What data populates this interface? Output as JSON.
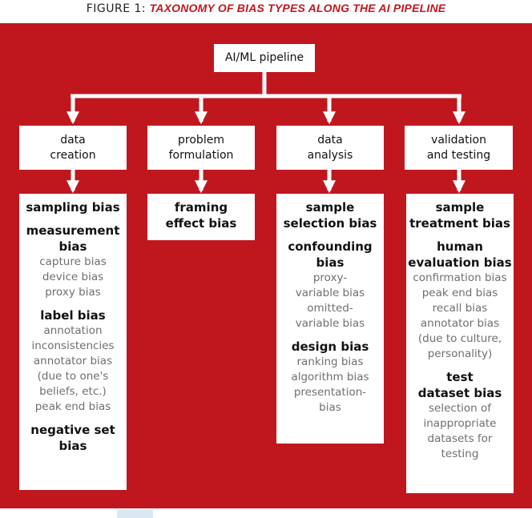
{
  "figure": {
    "label": "FIGURE 1:",
    "title": "TAXONOMY OF BIAS TYPES ALONG THE AI PIPELINE"
  },
  "colors": {
    "panel": "#c0171f",
    "box": "#ffffff",
    "heading_text": "#111111",
    "sub_text": "#6f6f6f"
  },
  "root": {
    "label": "AI/ML pipeline"
  },
  "stages": [
    {
      "header": [
        "data",
        "creation"
      ],
      "groups": [
        {
          "heading": [
            "sampling bias"
          ],
          "items": []
        },
        {
          "heading": [
            "measurement",
            "bias"
          ],
          "items": [
            "capture bias",
            "device bias",
            "proxy bias"
          ]
        },
        {
          "heading": [
            "label bias"
          ],
          "items": [
            "annotation",
            "inconsistencies",
            "annotator bias",
            "(due to one's",
            "beliefs, etc.)",
            "peak end bias"
          ]
        },
        {
          "heading": [
            "negative set",
            "bias"
          ],
          "items": []
        }
      ]
    },
    {
      "header": [
        "problem",
        "formulation"
      ],
      "groups": [
        {
          "heading": [
            "framing",
            "effect bias"
          ],
          "items": []
        }
      ]
    },
    {
      "header": [
        "data",
        "analysis"
      ],
      "groups": [
        {
          "heading": [
            "sample",
            "selection bias"
          ],
          "items": []
        },
        {
          "heading": [
            "confounding",
            "bias"
          ],
          "items": [
            "proxy-",
            "variable bias",
            "omitted-",
            "variable bias"
          ]
        },
        {
          "heading": [
            "design bias"
          ],
          "items": [
            "ranking bias",
            "algorithm bias",
            "presentation-",
            "bias"
          ]
        }
      ]
    },
    {
      "header": [
        "validation",
        "and testing"
      ],
      "groups": [
        {
          "heading": [
            "sample",
            "treatment bias"
          ],
          "items": []
        },
        {
          "heading": [
            "human",
            "evaluation bias"
          ],
          "items": [
            "confirmation bias",
            "peak end bias",
            "recall bias",
            "annotator bias",
            "(due to culture,",
            "personality)"
          ]
        },
        {
          "heading": [
            "test",
            "dataset bias"
          ],
          "items": [
            "selection of",
            "inappropriate",
            "datasets for",
            "testing"
          ]
        }
      ]
    }
  ]
}
